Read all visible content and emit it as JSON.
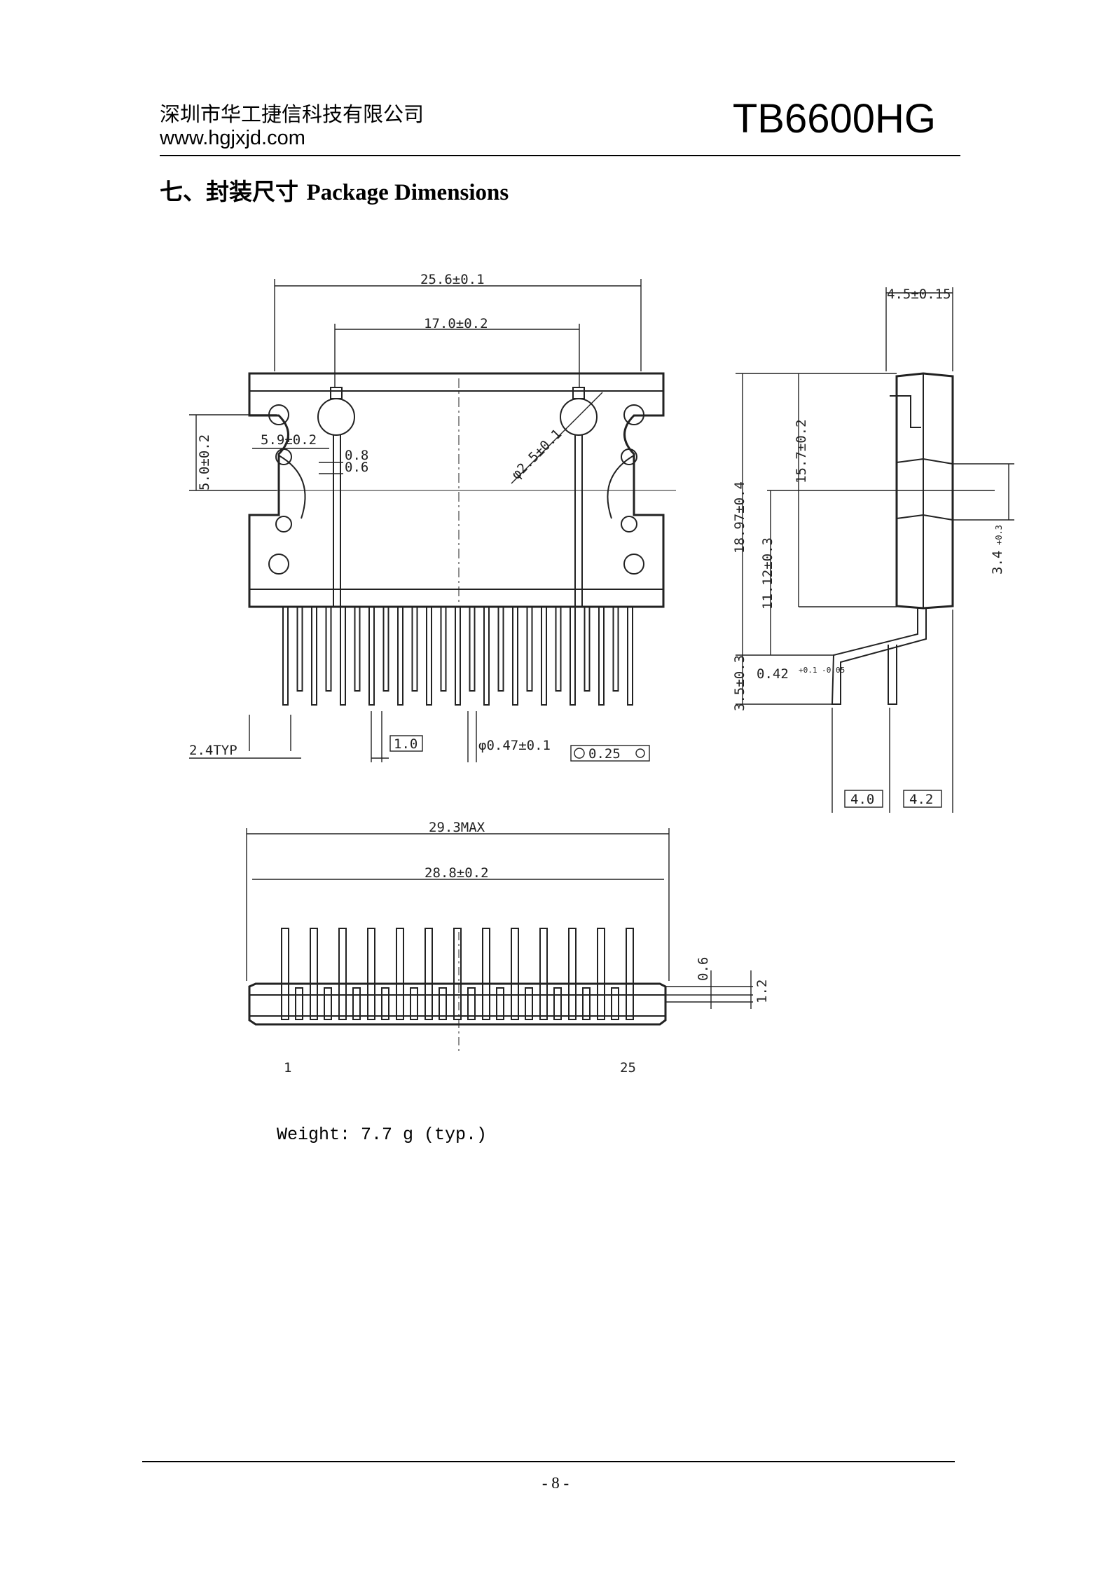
{
  "header": {
    "company": "深圳市华工捷信科技有限公司",
    "url": "www.hgjxjd.com",
    "part_number": "TB6600HG"
  },
  "section": {
    "number": "七、封装尺寸",
    "title": "Package Dimensions"
  },
  "drawing": {
    "front_view": {
      "overall_width": "25.6±0.1",
      "hole_spacing": "17.0±0.2",
      "slot_height": "5.0±0.2",
      "slot_offset": "5.9±0.2",
      "dim_08": "0.8",
      "dim_06": "0.6",
      "hole_diameter": "φ2.5±0.1",
      "lead_offset": "2.4TYP",
      "pin_pitch": "1.0",
      "lead_diameter": "φ0.47±0.1",
      "position_tol": "0.25"
    },
    "side_view": {
      "body_thickness": "4.5±0.15",
      "total_height": "18.97±0.4",
      "body_height": "15.7±0.2",
      "tab_height": "11.12±0.3",
      "lead_length": "3.5±0.3",
      "lead_thickness": "0.42",
      "lead_thickness_tol": "+0.1 -0.05",
      "step_height": "3.4",
      "step_tol": "+0.3",
      "row_spacing_a": "4.0",
      "row_spacing_b": "4.2"
    },
    "bottom_view": {
      "max_width": "29.3MAX",
      "body_width": "28.8±0.2",
      "dim_06": "0.6",
      "dim_12": "1.2",
      "pin_first": "1",
      "pin_last": "25"
    }
  },
  "weight": "Weight: 7.7 g (typ.)",
  "footer": {
    "page": "- 8 -"
  }
}
